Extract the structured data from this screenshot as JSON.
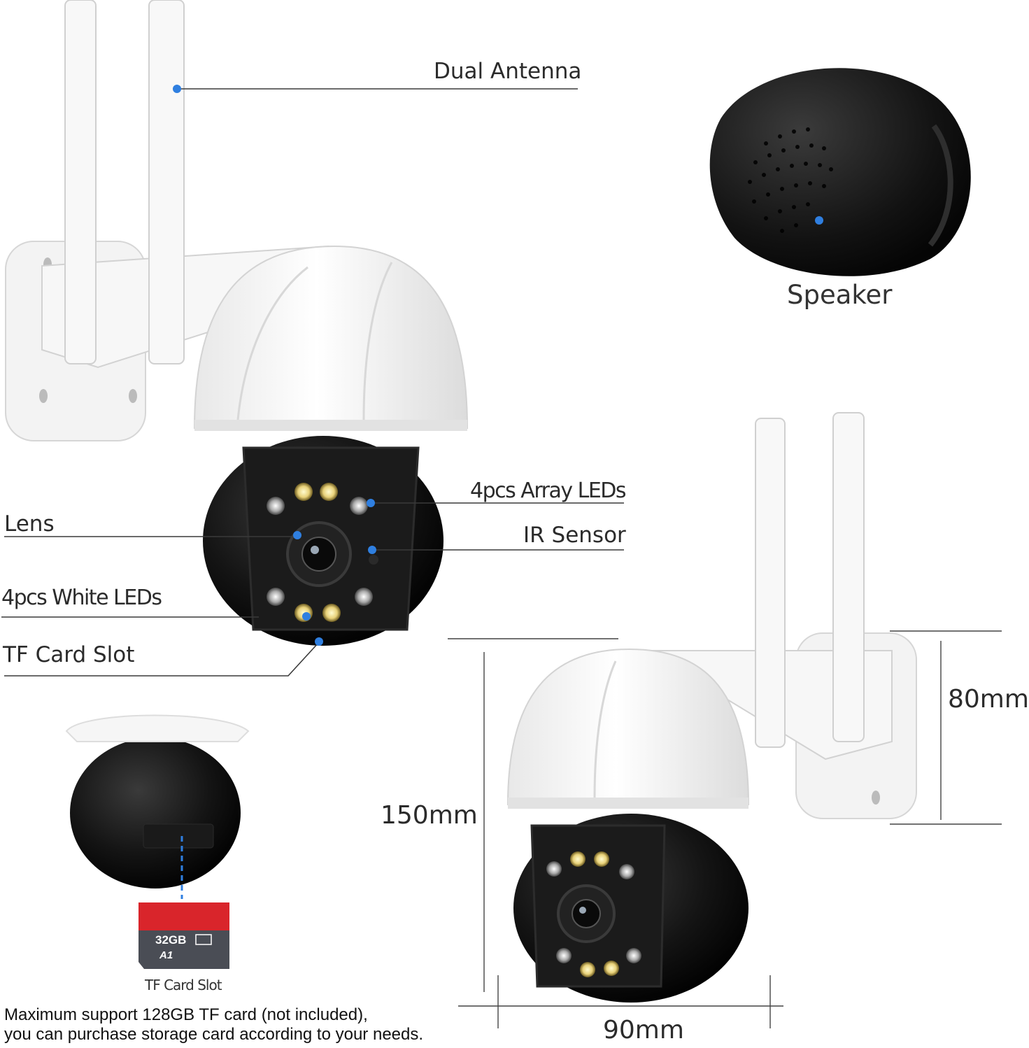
{
  "labels": {
    "dual_antenna": "Dual Antenna",
    "speaker": "Speaker",
    "array_leds": "4pcs Array LEDs",
    "lens": "Lens",
    "ir_sensor": "IR Sensor",
    "white_leds": "4pcs White LEDs",
    "tf_card_slot": "TF Card Slot",
    "tf_card_slot_small": "TF Card Slot"
  },
  "dimensions": {
    "height_mount": "80mm",
    "height_total": "150mm",
    "width": "90mm"
  },
  "sd_card": {
    "capacity": "32GB",
    "class_mark": "A1"
  },
  "note": {
    "line1": "Maximum support 128GB TF card (not included),",
    "line2": "you can purchase storage card according to your needs."
  },
  "colors": {
    "marker": "#2f7fe0",
    "camera_body": "#111111",
    "dome": "#f4f4f4",
    "sd_red": "#d9252b"
  }
}
